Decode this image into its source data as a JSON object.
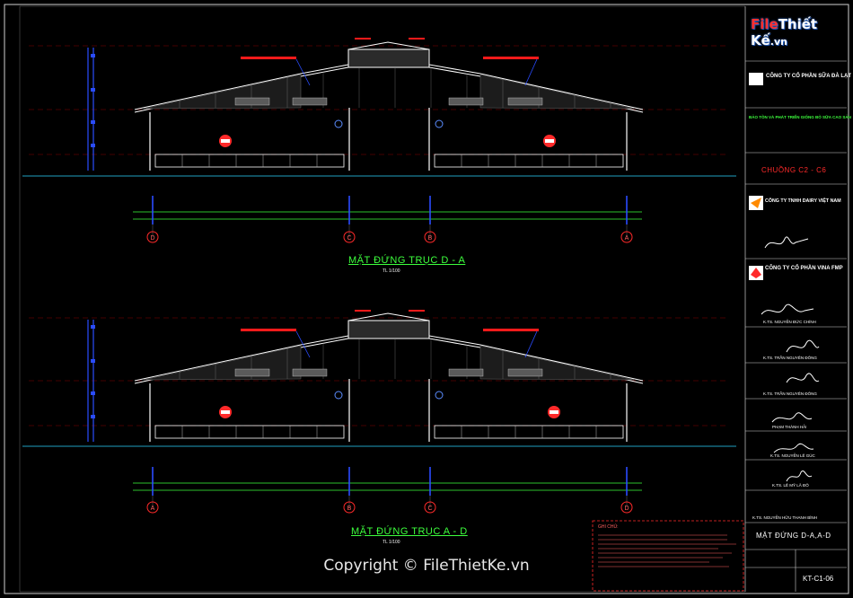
{
  "sheet": {
    "view1_title": "MẶT ĐỨNG TRỤC D - A",
    "view1_scale": "TL 1/100",
    "view2_title": "MẶT ĐỨNG TRỤC A - D",
    "view2_scale": "TL 1/100",
    "grid_labels_top": [
      "D",
      "C",
      "B",
      "A"
    ],
    "grid_labels_bottom": [
      "A",
      "B",
      "C",
      "D"
    ]
  },
  "title_block": {
    "logo_text_a": "File",
    "logo_text_b": "Thiết Kế",
    "logo_text_c": ".vn",
    "owner_company": "CÔNG TY CỔ PHẦN SỮA ĐÀ LẠT",
    "project_name": "BẢO TỒN VÀ PHÁT TRIỂN GIỐNG BÒ SỮA CAO SẢN",
    "item_label": "CHUỒNG C2 - C6",
    "consultant_company": "CÔNG TY TNHH DAIRY VIỆT NAM",
    "design_company": "CÔNG TY CỔ PHẦN VINA FMP",
    "designer_1": "K.TS. NGUYỄN ĐỨC CHÍNH",
    "designer_2": "K.TS. TRẦN NGUYÊN ĐÔNG",
    "designer_3": "K.TS. TRẦN NGUYÊN ĐÔNG",
    "designer_4": "PHẠM THÀNH HẢI",
    "designer_5": "K.TS. NGUYỄN LÊ GÚC",
    "designer_6": "K.TS. LÊ MỸ LÃ ĐÔ",
    "designer_7": "K.TS. NGUYỄN HỮU THANH BÌNH",
    "sheet_title": "MẶT ĐỨNG D-A,A-D",
    "sheet_number": "KT-C1-06",
    "notes_heading": "GHI CHÚ:"
  },
  "copyright": "Copyright © FileThietKe.vn",
  "colors": {
    "background": "#000000",
    "structure": "#ffffff",
    "dimension": "#3dff3d",
    "grid_bubble": "#ff2a2a",
    "accent_blue": "#2a4cff",
    "accent_red": "#ff1a1a",
    "border": "#d0d0d0"
  }
}
